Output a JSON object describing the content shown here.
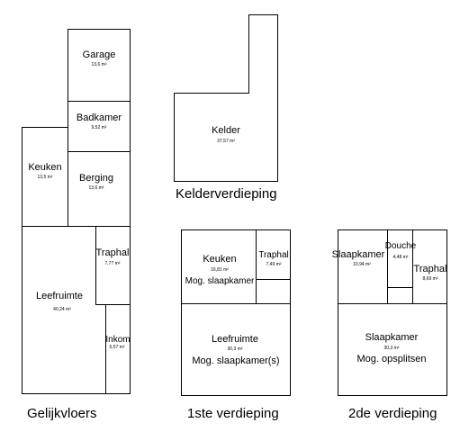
{
  "ground_floor": {
    "caption": "Gelijkvloers",
    "garage": {
      "name": "Garage",
      "area": "13,6 m²"
    },
    "badkamer": {
      "name": "Badkamer",
      "area": "9,52 m²"
    },
    "keuken": {
      "name": "Keuken",
      "area": "13,5 m²"
    },
    "berging": {
      "name": "Berging",
      "area": "13,6 m²"
    },
    "traphal": {
      "name": "Traphal",
      "area": "7,77 m²"
    },
    "leefruimte": {
      "name": "Leefruimte",
      "area": "40,24 m²"
    },
    "inkom": {
      "name": "Inkom",
      "area": "6,57 m²"
    }
  },
  "basement": {
    "caption": "Kelderverdieping",
    "kelder": {
      "name": "Kelder",
      "area": "37,57 m²"
    }
  },
  "first_floor": {
    "caption": "1ste verdieping",
    "keuken": {
      "name": "Keuken",
      "area": "16,81 m²",
      "sub": "Mog. slaapkamer"
    },
    "traphal": {
      "name": "Traphal",
      "area": "7,49 m²"
    },
    "leefruimte": {
      "name": "Leefruimte",
      "area": "30,3 m²",
      "sub": "Mog. slaapkamer(s)"
    }
  },
  "second_floor": {
    "caption": "2de verdieping",
    "slaapkamer_small": {
      "name": "Slaapkamer",
      "area": "10,94 m²"
    },
    "douche": {
      "name": "Douche",
      "area": "4,48 m²"
    },
    "traphal": {
      "name": "Traphal",
      "area": "8,69 m²"
    },
    "slaapkamer_large": {
      "name": "Slaapkamer",
      "area": "30,3 m²",
      "sub": "Mog. opsplitsen"
    }
  }
}
